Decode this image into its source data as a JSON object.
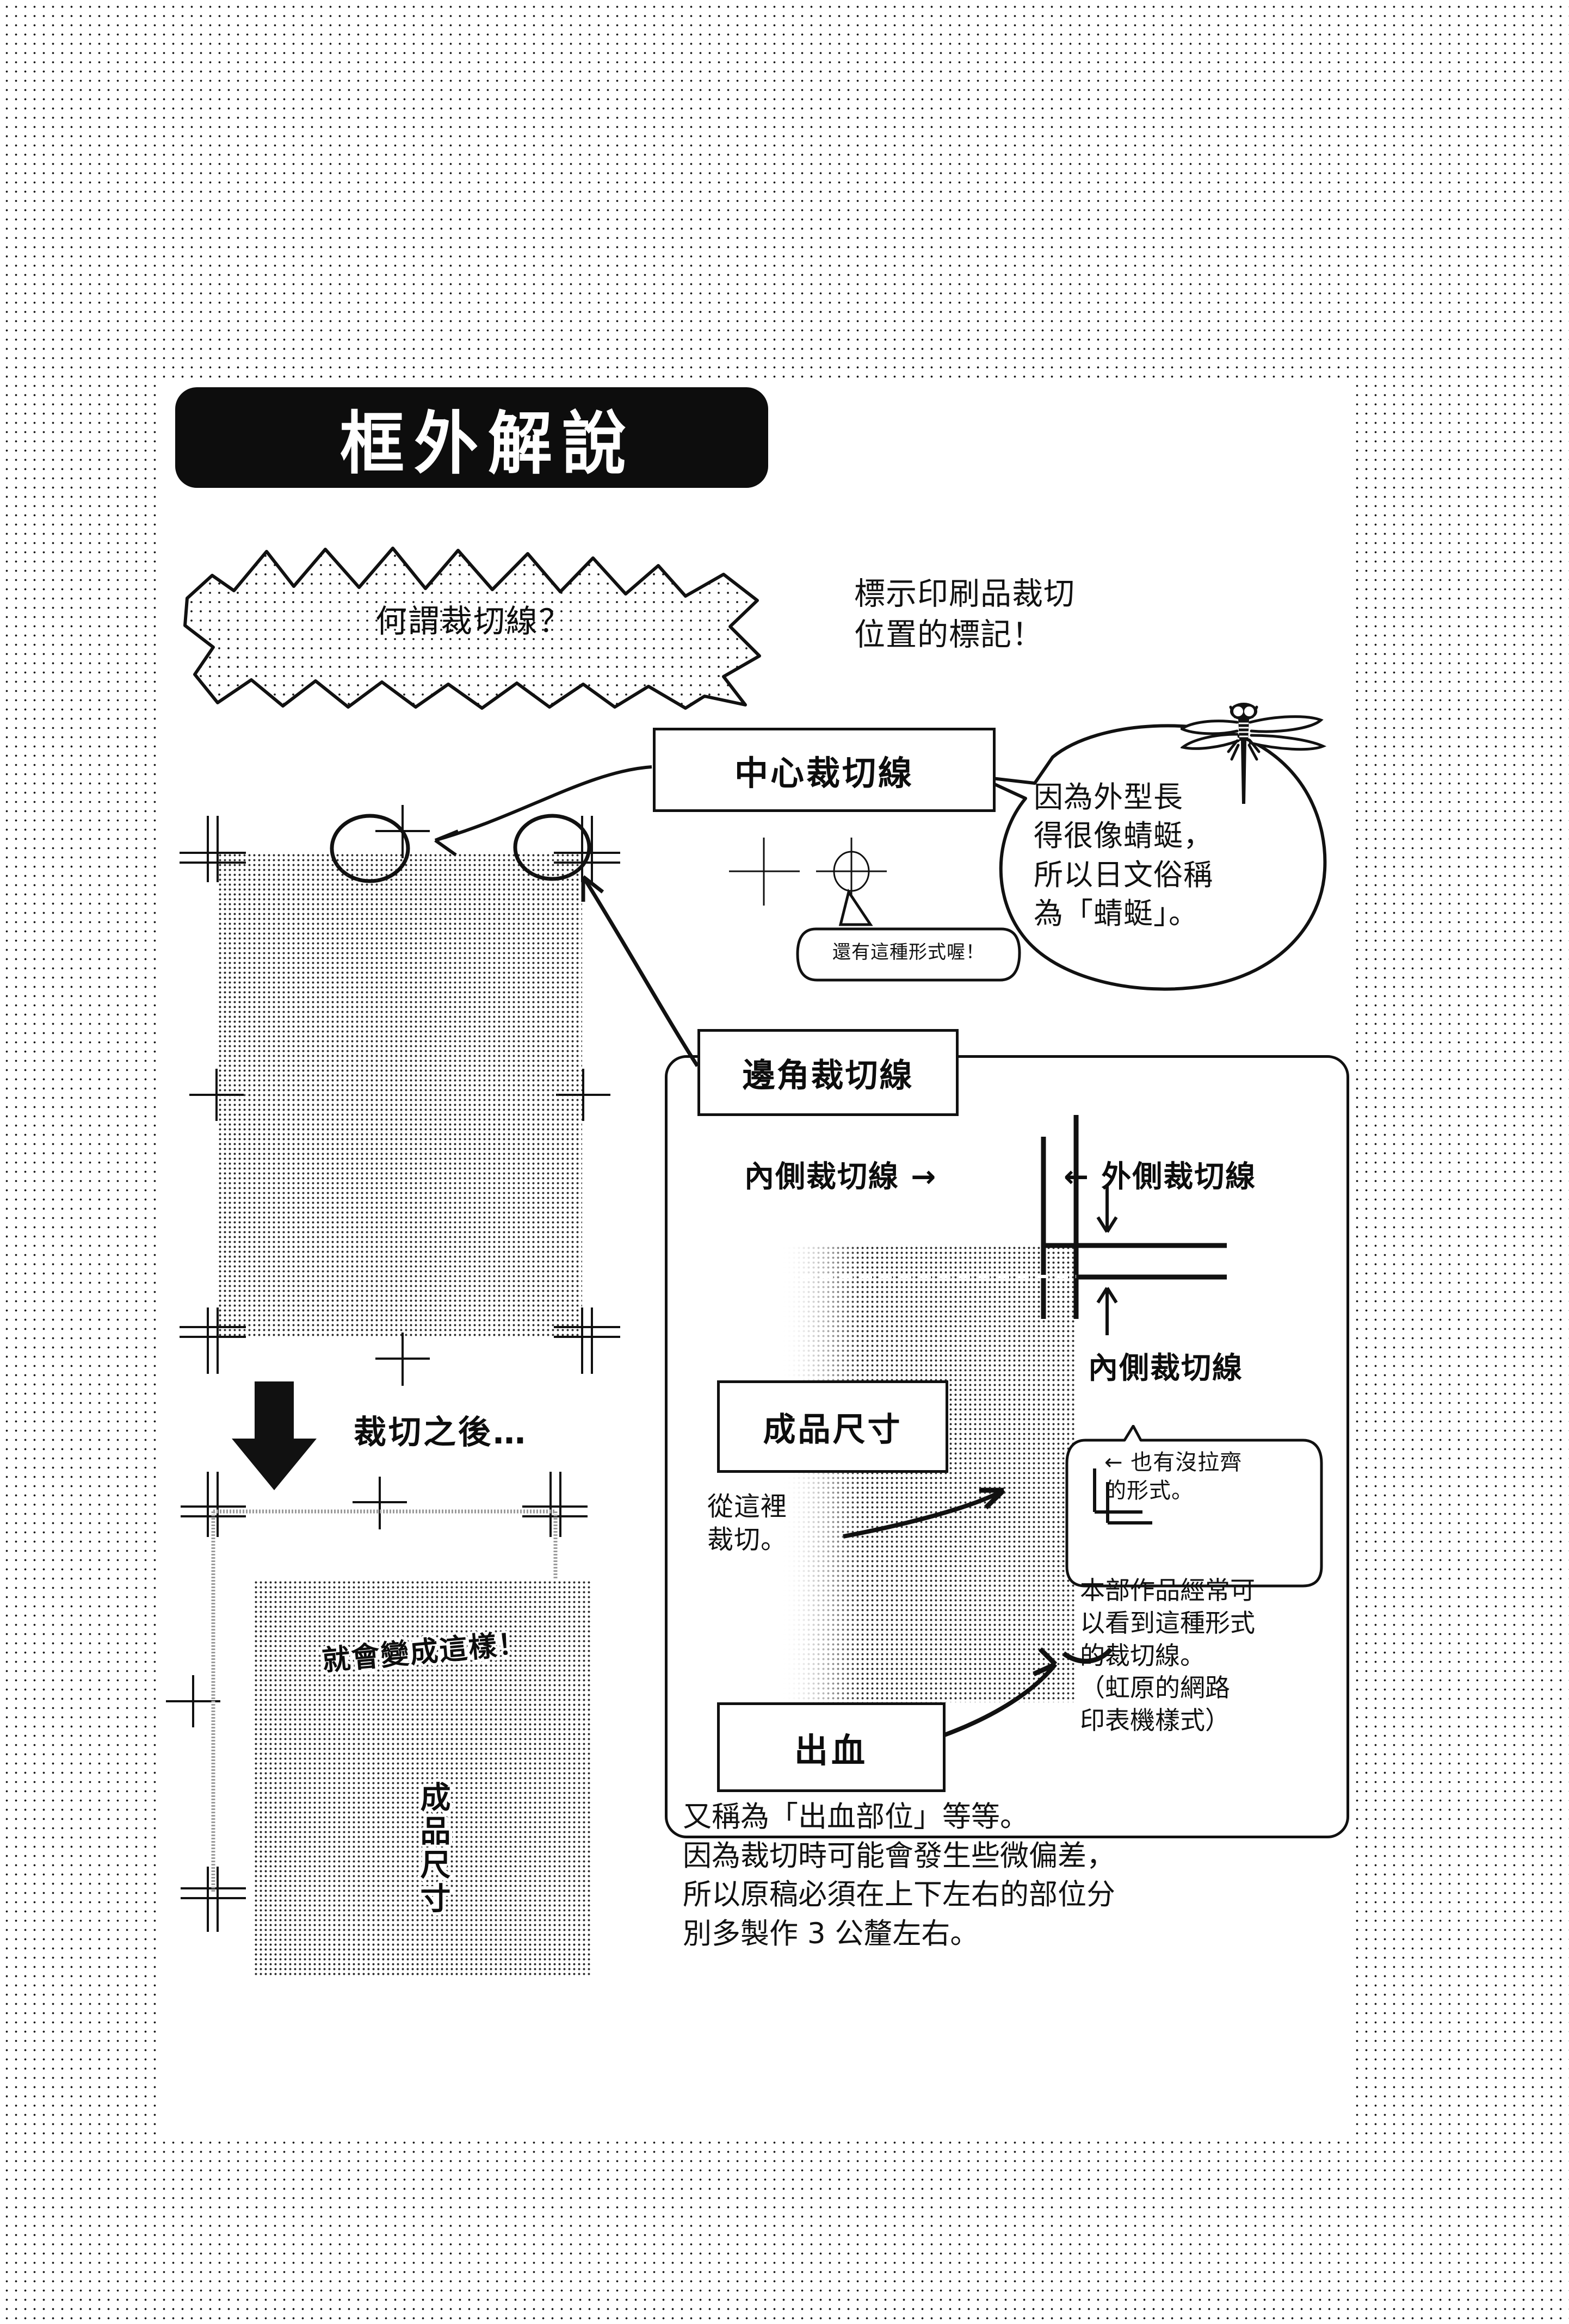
{
  "page": {
    "title": "框外解說",
    "background_color": "#ffffff",
    "tone_color": "#1a1a1a"
  },
  "question_bubble": {
    "text": "何謂裁切線？"
  },
  "headline_note": {
    "line1": "標示印刷品裁切",
    "line2": "位置的標記！"
  },
  "dragonfly_bubble": {
    "line1": "因為外型長",
    "line2": "得很像蜻蜓，",
    "line3": "所以日文俗稱",
    "line4": "為「蜻蜓」。",
    "icon": "dragonfly-icon"
  },
  "labels": {
    "center_mark": "中心裁切線",
    "corner_mark": "邊角裁切線",
    "finish_size": "成品尺寸",
    "bleed": "出血",
    "inner_mark_left": "內側裁切線 →",
    "outer_mark_right": "← 外側裁切線",
    "inner_mark_right": "內側裁切線"
  },
  "mini_bubble": {
    "text": "還有這種形式喔！"
  },
  "sub_bubble": {
    "line1": "← 也有沒拉齊",
    "line2": "的形式。"
  },
  "panel_note": {
    "line1": "本部作品經常可",
    "line2": "以看到這種形式",
    "line3": "的裁切線。",
    "line4": "（虹原的網路",
    "line5": "印表機樣式）"
  },
  "after_cut": {
    "text": "裁切之後…",
    "arrow": "down-arrow-icon"
  },
  "cut_from_here": {
    "line1": "從這裡",
    "line2": "裁切。"
  },
  "bottom_gray": {
    "caption": "就會變成這樣！",
    "vertical_label": "成品尺寸"
  },
  "bleed_body": {
    "line1": "又稱為「出血部位」等等。",
    "line2": "因為裁切時可能會發生些微偏差，",
    "line3": "所以原稿必須在上下左右的部位分",
    "line4": "別多製作 3 公釐左右。"
  }
}
